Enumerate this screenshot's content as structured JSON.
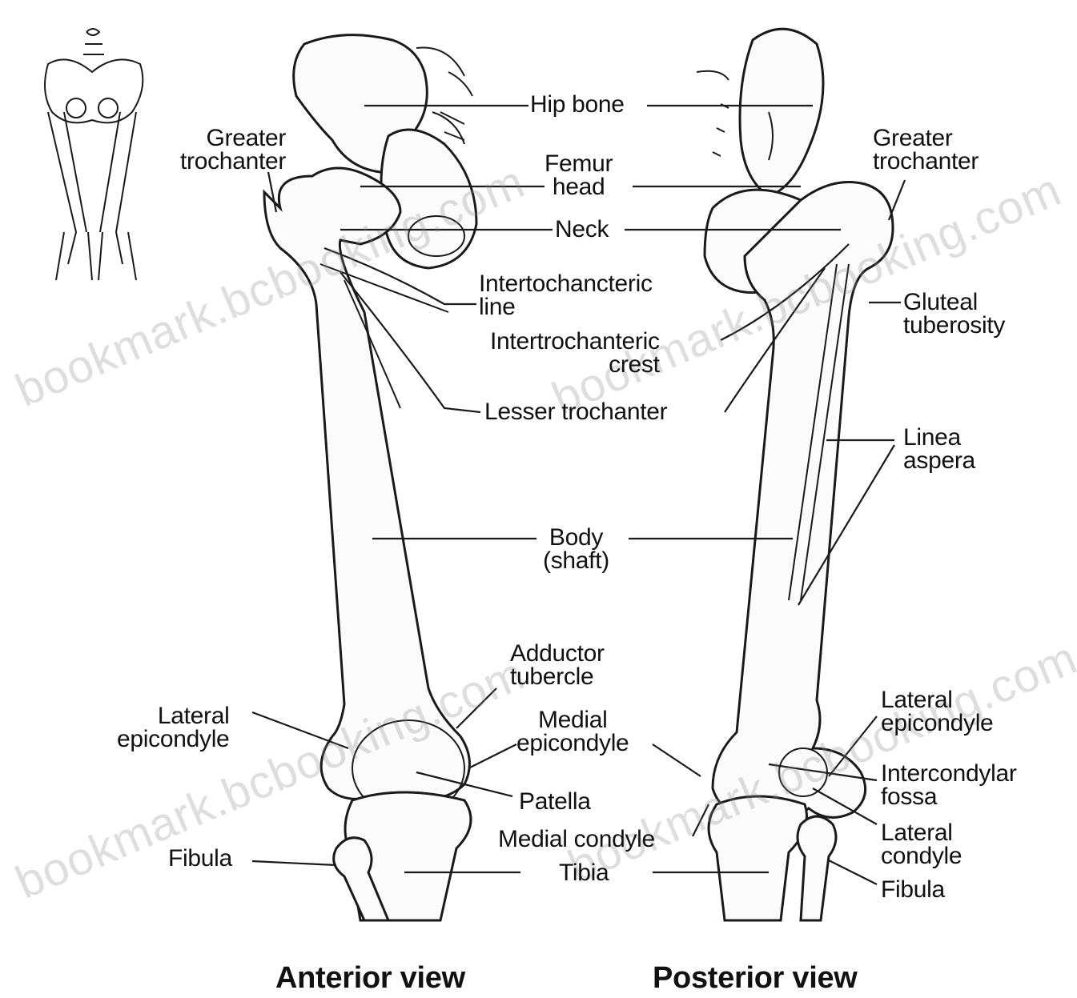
{
  "labels": {
    "hip_bone": "Hip bone",
    "femur_head": [
      "Femur",
      "head"
    ],
    "neck": "Neck",
    "greater_trochanter_left": [
      "Greater",
      "trochanter"
    ],
    "greater_trochanter_right": [
      "Greater",
      "trochanter"
    ],
    "intertochancteric_line": [
      "Intertochancteric",
      "line"
    ],
    "intertrochanteric_crest": [
      "Intertrochanteric",
      "crest"
    ],
    "lesser_trochanter": "Lesser trochanter",
    "gluteal_tuberosity": [
      "Gluteal",
      "tuberosity"
    ],
    "linea_aspera": [
      "Linea",
      "aspera"
    ],
    "body_shaft": [
      "Body",
      "(shaft)"
    ],
    "adductor_tubercle": [
      "Adductor",
      "tubercle"
    ],
    "lateral_epicondyle_left": [
      "Lateral",
      "epicondyle"
    ],
    "lateral_epicondyle_right": [
      "Lateral",
      "epicondyle"
    ],
    "medial_epicondyle": [
      "Medial",
      "epicondyle"
    ],
    "intercondylar_fossa": [
      "Intercondylar",
      "fossa"
    ],
    "patella": "Patella",
    "medial_condyle": "Medial condyle",
    "lateral_condyle": [
      "Lateral",
      "condyle"
    ],
    "fibula_left": "Fibula",
    "fibula_right": "Fibula",
    "tibia": "Tibia"
  },
  "views": {
    "anterior": "Anterior view",
    "posterior": "Posterior view"
  },
  "watermark": [
    "bookmark.bcbooking.com",
    "bookmark.bcbooking.com",
    "bookmark.bcbooking.com",
    "bookmark.bcbooking.com"
  ],
  "colors": {
    "line": "#1a1a1a",
    "text": "#111111",
    "watermark": "#8a8a8a"
  }
}
